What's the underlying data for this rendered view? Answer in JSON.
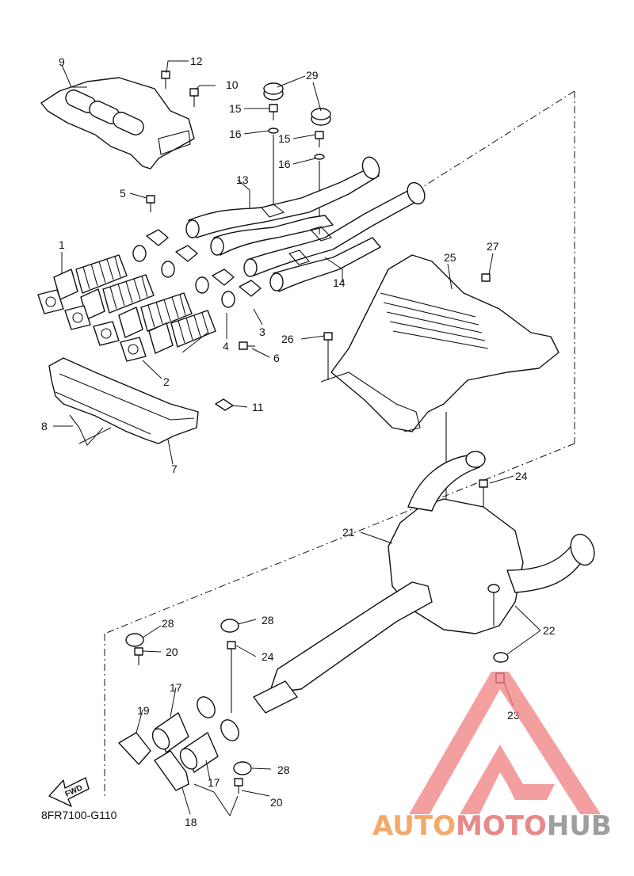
{
  "diagram": {
    "drawing_code": "8FR7100-G110",
    "fwd_label": "FWD",
    "callouts": {
      "c1": "1",
      "c2": "2",
      "c3": "3",
      "c4": "4",
      "c5": "5",
      "c6": "6",
      "c7": "7",
      "c8": "8",
      "c9": "9",
      "c10": "10",
      "c11": "11",
      "c12": "12",
      "c13": "13",
      "c14": "14",
      "c15a": "15",
      "c15b": "15",
      "c16a": "16",
      "c16b": "16",
      "c17a": "17",
      "c17b": "17",
      "c18": "18",
      "c19": "19",
      "c20a": "20",
      "c20b": "20",
      "c21": "21",
      "c22": "22",
      "c23": "23",
      "c24a": "24",
      "c24b": "24",
      "c25": "25",
      "c26": "26",
      "c27": "27",
      "c28a": "28",
      "c28b": "28",
      "c28c": "28",
      "c29": "29"
    }
  },
  "watermark": {
    "part1": "AUTO",
    "part2": "MOTO",
    "part3": "HUB",
    "colors": {
      "auto": "#f4a96a",
      "moto": "#e88a8a",
      "hub": "#9e9e9e",
      "logo": "#f08080"
    }
  }
}
